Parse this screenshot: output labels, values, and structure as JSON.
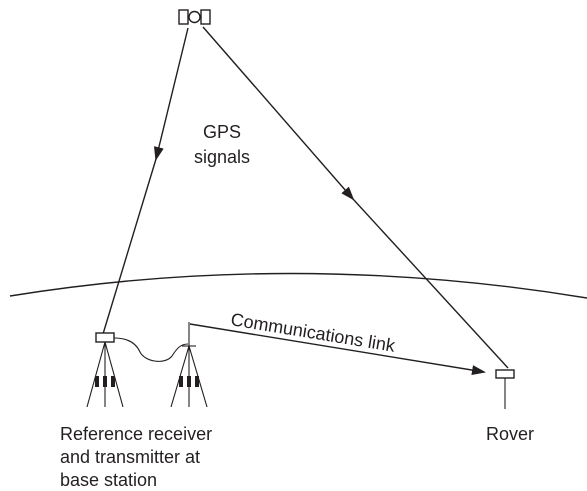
{
  "labels": {
    "signals_line1": "GPS",
    "signals_line2": "signals",
    "link": "Communications link",
    "base_line1": "Reference receiver",
    "base_line2": "and transmitter at",
    "base_line3": "base station",
    "rover": "Rover"
  }
}
